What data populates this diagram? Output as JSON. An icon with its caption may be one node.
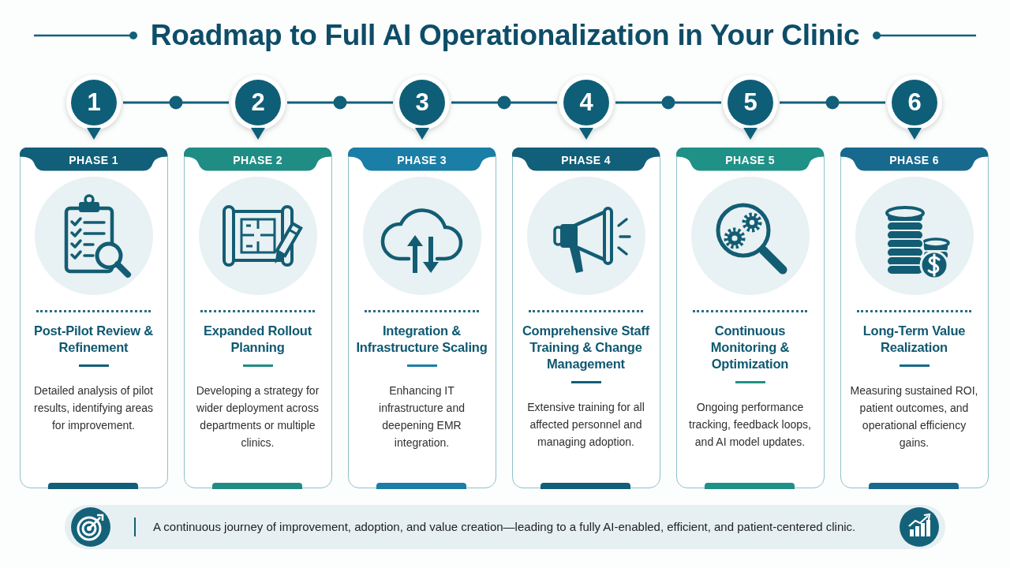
{
  "diagram": {
    "title": "Roadmap to Full AI Operationalization in Your Clinic",
    "nodes": [
      {
        "text": [
          "1"
        ]
      },
      {
        "text": [
          "2"
        ]
      },
      {
        "text": [
          "3"
        ]
      },
      {
        "text": [
          "4"
        ]
      },
      {
        "text": [
          "5"
        ]
      },
      {
        "text": [
          "6"
        ]
      },
      {
        "text": [
          "PHASE 1",
          "Post-Pilot Review & Refinement",
          "Detailed analysis of pilot results, identifying areas for improvement."
        ]
      },
      {
        "text": [
          "PHASE 2",
          "Expanded Rollout Planning",
          "Developing a strategy for wider deployment across departments or multiple clinics."
        ]
      },
      {
        "text": [
          "PHASE 3",
          "Integration & Infrastructure Scaling",
          "Enhancing IT infrastructure and deepening EMR integration."
        ]
      },
      {
        "text": [
          "PHASE 4",
          "Comprehensive Staff Training & Change Management",
          "Extensive training for all affected personnel and managing adoption."
        ]
      },
      {
        "text": [
          "PHASE 5",
          "Continuous Monitoring & Optimization",
          "Ongoing performance tracking, feedback loops, and AI model updates."
        ]
      },
      {
        "text": [
          "PHASE 6",
          "Long-Term Value Realization",
          "Measuring sustained ROI, patient outcomes, and operational efficiency gains."
        ]
      },
      {
        "text": [
          "A continuous journey of improvement, adoption, and value creation—leading to a fully AI-enabled, efficient, and patient-centered clinic."
        ]
      }
    ],
    "edges": [
      {
        "from": 0,
        "to": 1,
        "arrow": "none"
      },
      {
        "from": 1,
        "to": 2,
        "arrow": "none"
      },
      {
        "from": 2,
        "to": 3,
        "arrow": "none"
      },
      {
        "from": 3,
        "to": 4,
        "arrow": "none"
      },
      {
        "from": 4,
        "to": 5,
        "arrow": "none"
      }
    ]
  }
}
